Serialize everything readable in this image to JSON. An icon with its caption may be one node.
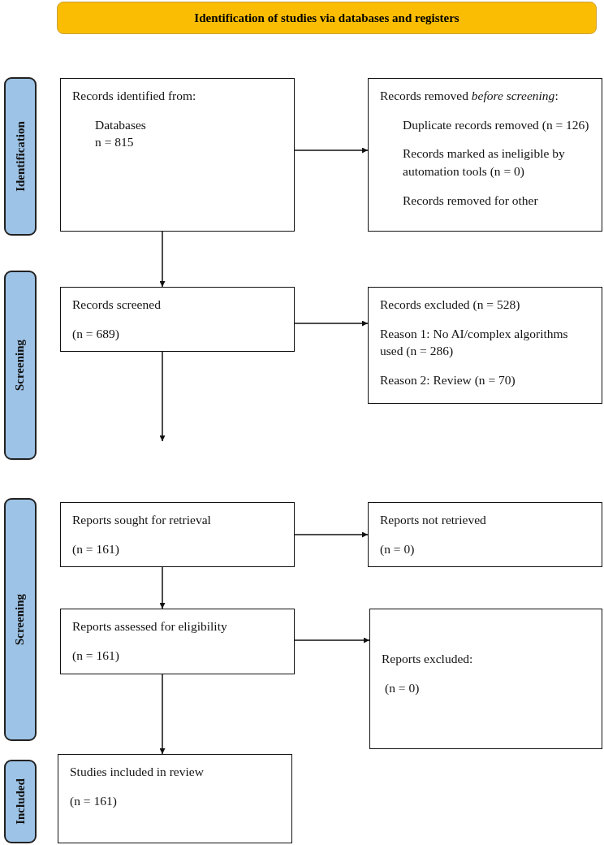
{
  "diagram": {
    "title": "Identification of studies via databases and registers",
    "nodes": [
      {
        "text": [
          "Identification"
        ]
      },
      {
        "text": [
          "Records identified from:",
          "Databases",
          "n = 815"
        ]
      },
      {
        "text": [
          "Records removed *before screening*:",
          "Duplicate records removed (n = 126)",
          "Records marked as ineligible by automation tools (n = 0)",
          "Records removed for other"
        ]
      },
      {
        "text": [
          "Screening"
        ]
      },
      {
        "text": [
          "Records screened",
          "(n = 689)"
        ]
      },
      {
        "text": [
          "Records excluded (n = 528)",
          "Reason 1: No AI/complex algorithms used (n = 286)",
          "Reason 2: Review (n = 70)"
        ]
      },
      {
        "text": [
          "Screening"
        ]
      },
      {
        "text": [
          "Reports sought for retrieval",
          "(n = 161)"
        ]
      },
      {
        "text": [
          "Reports not retrieved",
          "(n = 0)"
        ]
      },
      {
        "text": [
          "Reports assessed for eligibility",
          "(n = 161)"
        ]
      },
      {
        "text": [
          "Reports excluded:",
          "(n = 0)"
        ]
      },
      {
        "text": [
          "Included"
        ]
      },
      {
        "text": [
          "Studies included in review",
          "(n = 161)"
        ]
      }
    ],
    "edges": [
      {
        "from": 1,
        "to": 2,
        "arrow": "to"
      },
      {
        "from": 1,
        "to": 4,
        "arrow": "to"
      },
      {
        "from": 4,
        "to": 5,
        "arrow": "to"
      },
      {
        "from": 4,
        "to": null,
        "arrow": "to"
      },
      {
        "from": 7,
        "to": 8,
        "arrow": "to"
      },
      {
        "from": 7,
        "to": 9,
        "arrow": "to"
      },
      {
        "from": 9,
        "to": 10,
        "arrow": "to"
      },
      {
        "from": 9,
        "to": 12,
        "arrow": "to"
      }
    ]
  }
}
